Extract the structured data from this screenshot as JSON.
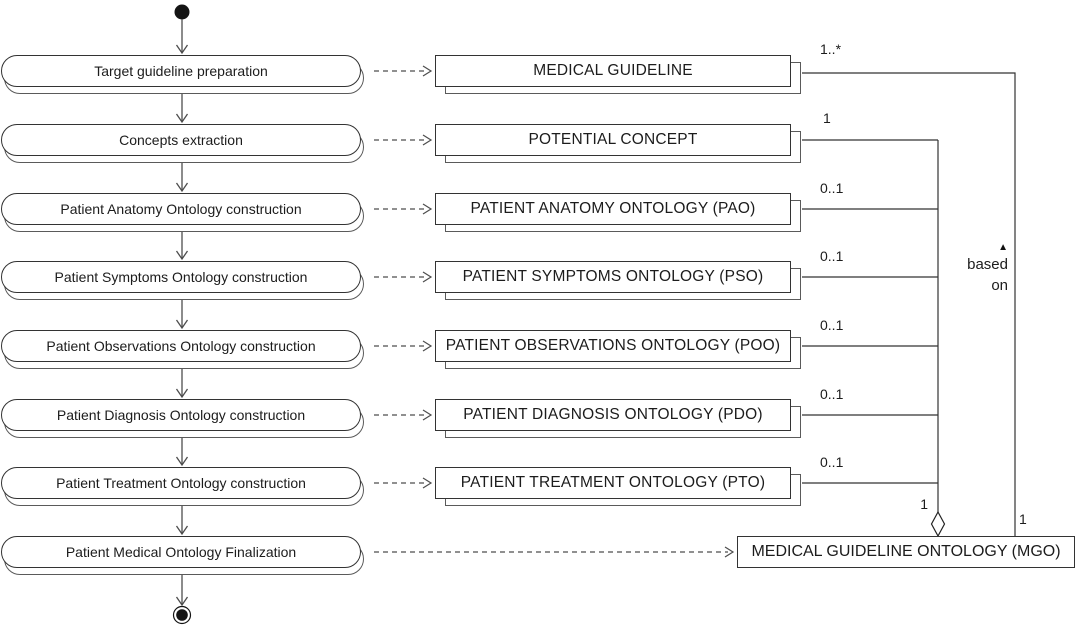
{
  "colors": {
    "background": "#ffffff",
    "node_fill": "#ffffff",
    "node_border": "#333333",
    "shadow_border": "#5a5a5a",
    "flow_line": "#4d4d4d",
    "association_line": "#333333",
    "text": "#1c1c1c"
  },
  "start_node": {
    "type": "initial-node"
  },
  "end_node": {
    "type": "activity-final-node"
  },
  "activities": [
    {
      "label": "Target guideline preparation"
    },
    {
      "label": "Concepts extraction"
    },
    {
      "label": "Patient Anatomy Ontology construction"
    },
    {
      "label": "Patient Symptoms Ontology construction"
    },
    {
      "label": "Patient Observations Ontology construction"
    },
    {
      "label": "Patient Diagnosis Ontology construction"
    },
    {
      "label": "Patient Treatment Ontology construction"
    },
    {
      "label": "Patient Medical Ontology Finalization"
    }
  ],
  "classes": [
    {
      "label": "MEDICAL GUIDELINE",
      "multiplicity": "1..*"
    },
    {
      "label": "POTENTIAL CONCEPT",
      "multiplicity": "1"
    },
    {
      "label": "PATIENT ANATOMY ONTOLOGY (PAO)",
      "multiplicity": "0..1"
    },
    {
      "label": "PATIENT SYMPTOMS ONTOLOGY (PSO)",
      "multiplicity": "0..1"
    },
    {
      "label": "PATIENT OBSERVATIONS ONTOLOGY (POO)",
      "multiplicity": "0..1"
    },
    {
      "label": "PATIENT DIAGNOSIS ONTOLOGY (PDO)",
      "multiplicity": "0..1"
    },
    {
      "label": "PATIENT TREATMENT ONTOLOGY (PTO)",
      "multiplicity": "0..1"
    }
  ],
  "aggregate_class": {
    "label": "MEDICAL GUIDELINE ONTOLOGY (MGO)",
    "multiplicity_at_diamond": "1",
    "multiplicity_at_right": "1"
  },
  "association": {
    "name_line1": "based",
    "name_line2": "on",
    "direction_icon": "▲"
  }
}
